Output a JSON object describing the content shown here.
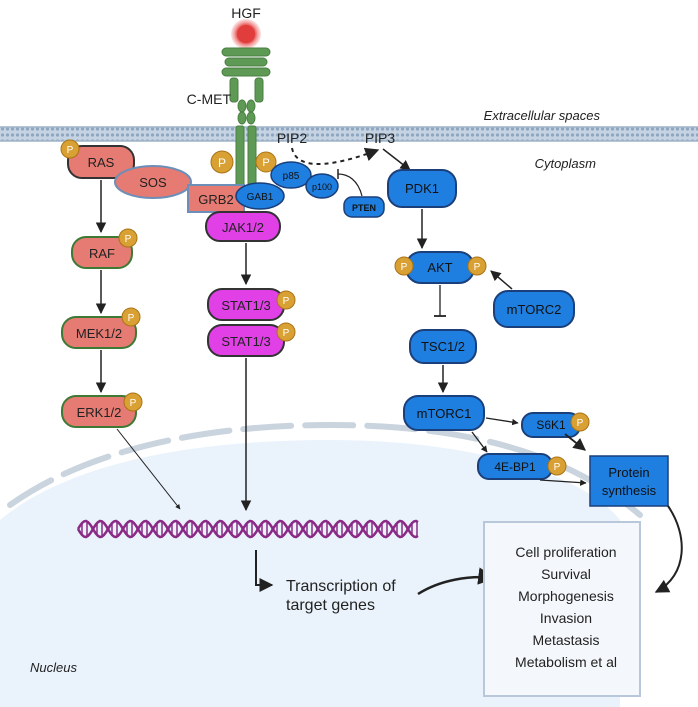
{
  "ligand": {
    "label": "HGF"
  },
  "receptor": {
    "label": "C-MET"
  },
  "compartments": {
    "extracellular": "Extracellular spaces",
    "cytoplasm": "Cytoplasm",
    "nucleus": "Nucleus"
  },
  "phospho": "P",
  "proteins": {
    "ras": "RAS",
    "sos": "SOS",
    "grb2": "GRB2",
    "gab1": "GAB1",
    "p85": "p85",
    "p100": "p100",
    "pten": "PTEN",
    "jak": "JAK1/2",
    "stat_a": "STAT1/3",
    "stat_b": "STAT1/3",
    "raf": "RAF",
    "mek": "MEK1/2",
    "erk": "ERK1/2",
    "pdk1": "PDK1",
    "akt": "AKT",
    "mtorc2": "mTORC2",
    "tsc": "TSC1/2",
    "mtorc1": "mTORC1",
    "s6k1": "S6K1",
    "bp1": "4E-BP1",
    "protein_synthesis_line1": "Protein",
    "protein_synthesis_line2": "synthesis"
  },
  "lipids": {
    "pip2": "PIP2",
    "pip3": "PIP3"
  },
  "transcription": {
    "line1": "Transcription of",
    "line2": "target genes"
  },
  "outcomes": [
    "Cell proliferation",
    "Survival",
    "Morphogenesis",
    "Invasion",
    "Metastasis",
    "Metabolism et al"
  ],
  "colors": {
    "ras_pathway": "#e57b72",
    "ras_border": "#3d7a35",
    "stat_pathway": "#e040e6",
    "pi3k_pathway": "#1f7fe0",
    "pi3k_border": "#1a3f7a",
    "phospho": "#d9a034",
    "membrane": "#a9bcd0",
    "nucleus": "#eaf3fb",
    "receptor": "#5e9a55",
    "ligand": "#e84a4a"
  }
}
